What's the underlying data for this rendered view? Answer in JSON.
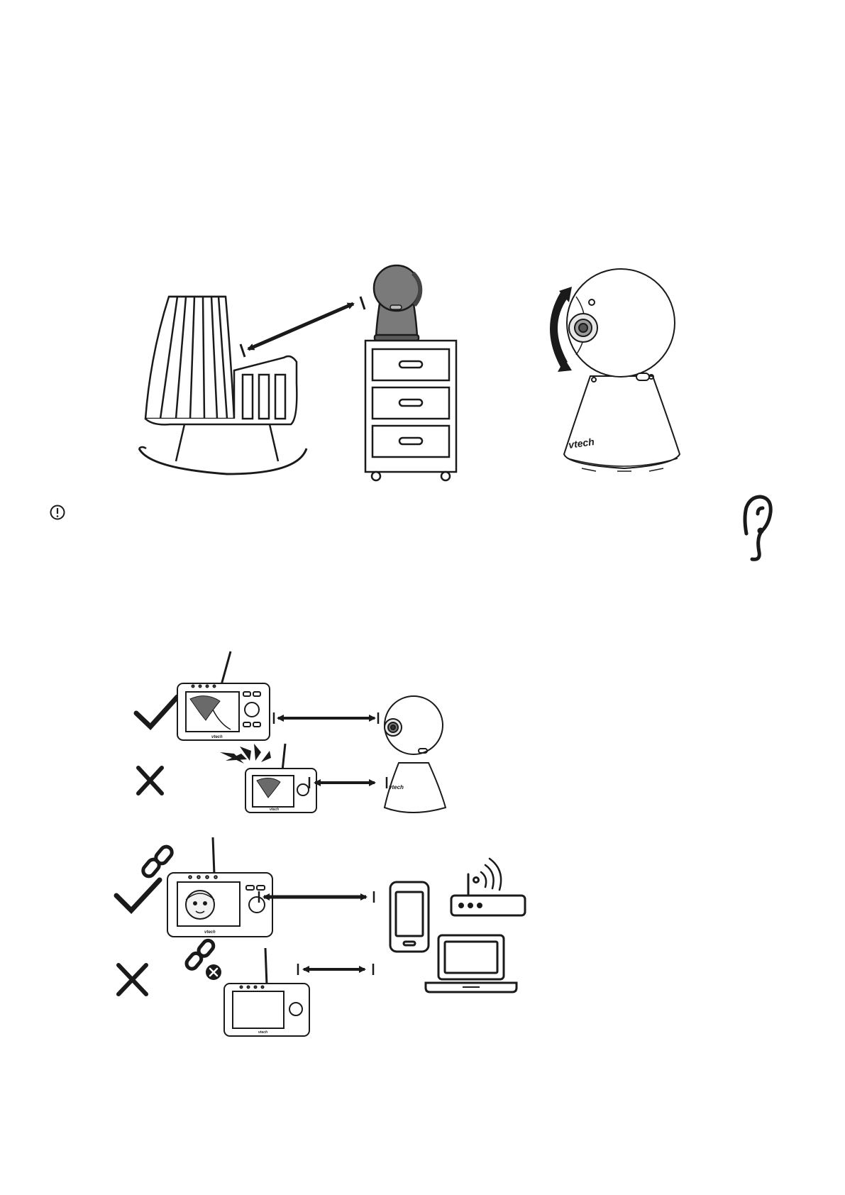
{
  "document": {
    "illustrations": [
      {
        "name": "camera-placement-distance"
      },
      {
        "name": "camera-tilt-rotation"
      },
      {
        "name": "monitor-distance-feedback"
      },
      {
        "name": "monitor-app-distance"
      }
    ],
    "icons": [
      "warning-icon",
      "hearing-icon",
      "check-icon",
      "cross-icon",
      "link-icon",
      "unlink-icon",
      "wifi-router-icon",
      "smartphone-icon",
      "laptop-icon"
    ],
    "brand": {
      "camera_logo": "vtech",
      "monitor_logo": "vtech"
    },
    "colors": {
      "camera_gray": "#7a7a7a",
      "line": "#1a1a1a",
      "background": "#ffffff"
    }
  }
}
